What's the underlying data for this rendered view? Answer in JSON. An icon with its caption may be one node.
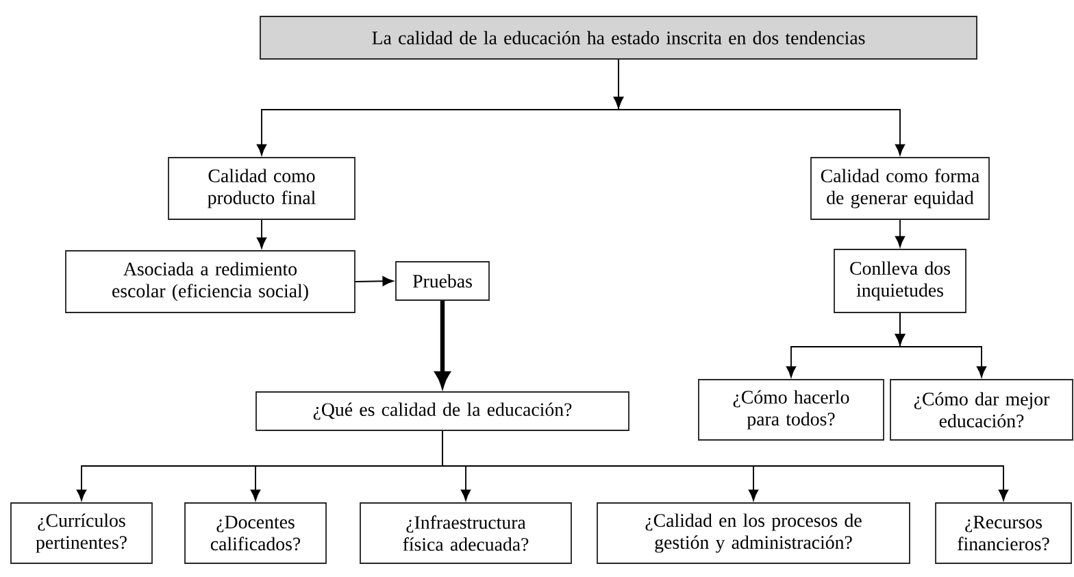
{
  "diagram": {
    "nodes": [
      {
        "text": [
          "La calidad de la educación ha estado inscrita en dos tendencias"
        ]
      },
      {
        "text": [
          "Calidad como producto final"
        ]
      },
      {
        "text": [
          "Calidad como forma de generar equidad"
        ]
      },
      {
        "text": [
          "Asociada a redimiento escolar (eficiencia social)"
        ]
      },
      {
        "text": [
          "Pruebas"
        ]
      },
      {
        "text": [
          "Conlleva dos inquietudes"
        ]
      },
      {
        "text": [
          "¿Qué es calidad de la educación?"
        ]
      },
      {
        "text": [
          "¿Cómo hacerlo para todos?"
        ]
      },
      {
        "text": [
          "¿Cómo dar mejor educación?"
        ]
      },
      {
        "text": [
          "¿Currículos pertinentes?"
        ]
      },
      {
        "text": [
          "¿Docentes calificados?"
        ]
      },
      {
        "text": [
          "¿Infraestructura física adecuada?"
        ]
      },
      {
        "text": [
          "¿Calidad en los procesos de gestión y administración?"
        ]
      },
      {
        "text": [
          "¿Recursos financieros?"
        ]
      }
    ],
    "edges": [
      {
        "from": 0,
        "to": 1,
        "arrow": "to"
      },
      {
        "from": 0,
        "to": 2,
        "arrow": "to"
      },
      {
        "from": 1,
        "to": 3,
        "arrow": "to"
      },
      {
        "from": 3,
        "to": 4,
        "arrow": "to"
      },
      {
        "from": 4,
        "to": 6,
        "arrow": "to",
        "style": "thick"
      },
      {
        "from": 2,
        "to": 5,
        "arrow": "to"
      },
      {
        "from": 5,
        "to": 7,
        "arrow": "to"
      },
      {
        "from": 5,
        "to": 8,
        "arrow": "to"
      },
      {
        "from": 6,
        "to": 9,
        "arrow": "to"
      },
      {
        "from": 6,
        "to": 10,
        "arrow": "to"
      },
      {
        "from": 6,
        "to": 11,
        "arrow": "to"
      },
      {
        "from": 6,
        "to": 12,
        "arrow": "to"
      },
      {
        "from": 6,
        "to": 13,
        "arrow": "to"
      }
    ]
  }
}
